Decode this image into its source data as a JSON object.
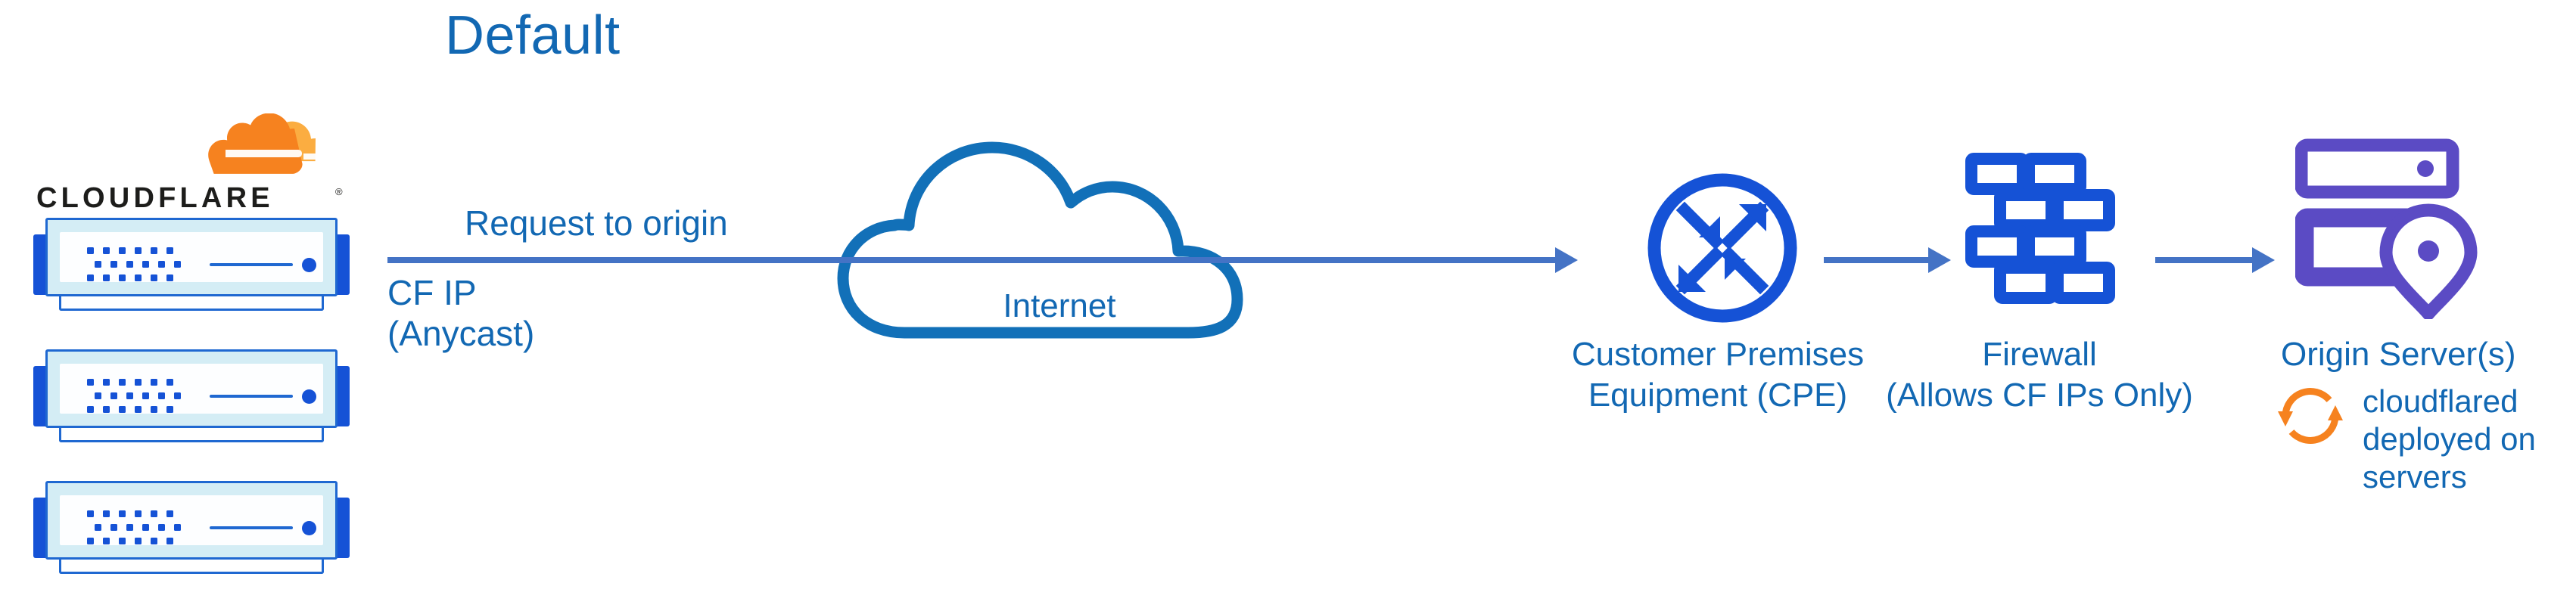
{
  "title": "Default",
  "colors": {
    "title_blue": "#1268B3",
    "label_blue": "#1268B3",
    "arrow_blue": "#4473C5",
    "icon_blue": "#1552D6",
    "cloud_blue": "#1270B8",
    "origin_purple": "#5B4BC4",
    "cloudflare_orange_dark": "#F6821F",
    "cloudflare_orange_light": "#FBAD41",
    "server_body": "#D4EDF5",
    "background": "#FFFFFF"
  },
  "brand": {
    "logo_name": "cloudflare-logo",
    "wordmark": "CLOUDFLARE",
    "registered_mark": "®",
    "mark_icon": "cloudflare-cloud-icon"
  },
  "nodes": [
    {
      "id": "cloudflare-edge",
      "icon": "server-rack-icon",
      "count": 3,
      "label_lines": [
        "CF IP",
        "(Anycast)"
      ]
    },
    {
      "id": "internet",
      "icon": "cloud-icon",
      "label": "Internet"
    },
    {
      "id": "cpe",
      "icon": "router-icon",
      "label_lines": [
        "Customer Premises",
        "Equipment (CPE)"
      ]
    },
    {
      "id": "firewall",
      "icon": "brick-wall-icon",
      "label_lines": [
        "Firewall",
        "(Allows CF IPs Only)"
      ]
    },
    {
      "id": "origin",
      "icon": "server-location-pin-icon",
      "label_lines": [
        "Origin Server(s)"
      ]
    }
  ],
  "edge_labels": {
    "request": "Request to origin",
    "cf_ip_line1": "CF IP",
    "cf_ip_line2": "(Anycast)"
  },
  "cloud": {
    "label": "Internet"
  },
  "cpe": {
    "line1": "Customer Premises",
    "line2": "Equipment (CPE)"
  },
  "firewall": {
    "line1": "Firewall",
    "line2": "(Allows CF IPs Only)"
  },
  "origin": {
    "label": "Origin Server(s)"
  },
  "cloudflared": {
    "icon": "sync-arrows-icon",
    "line1": "cloudflared",
    "line2": "deployed on",
    "line3": "servers"
  },
  "connectors": [
    {
      "from": "cloudflare-edge",
      "to": "cpe",
      "label": "Request to origin"
    },
    {
      "from": "cpe",
      "to": "firewall",
      "label": ""
    },
    {
      "from": "firewall",
      "to": "origin",
      "label": ""
    }
  ]
}
